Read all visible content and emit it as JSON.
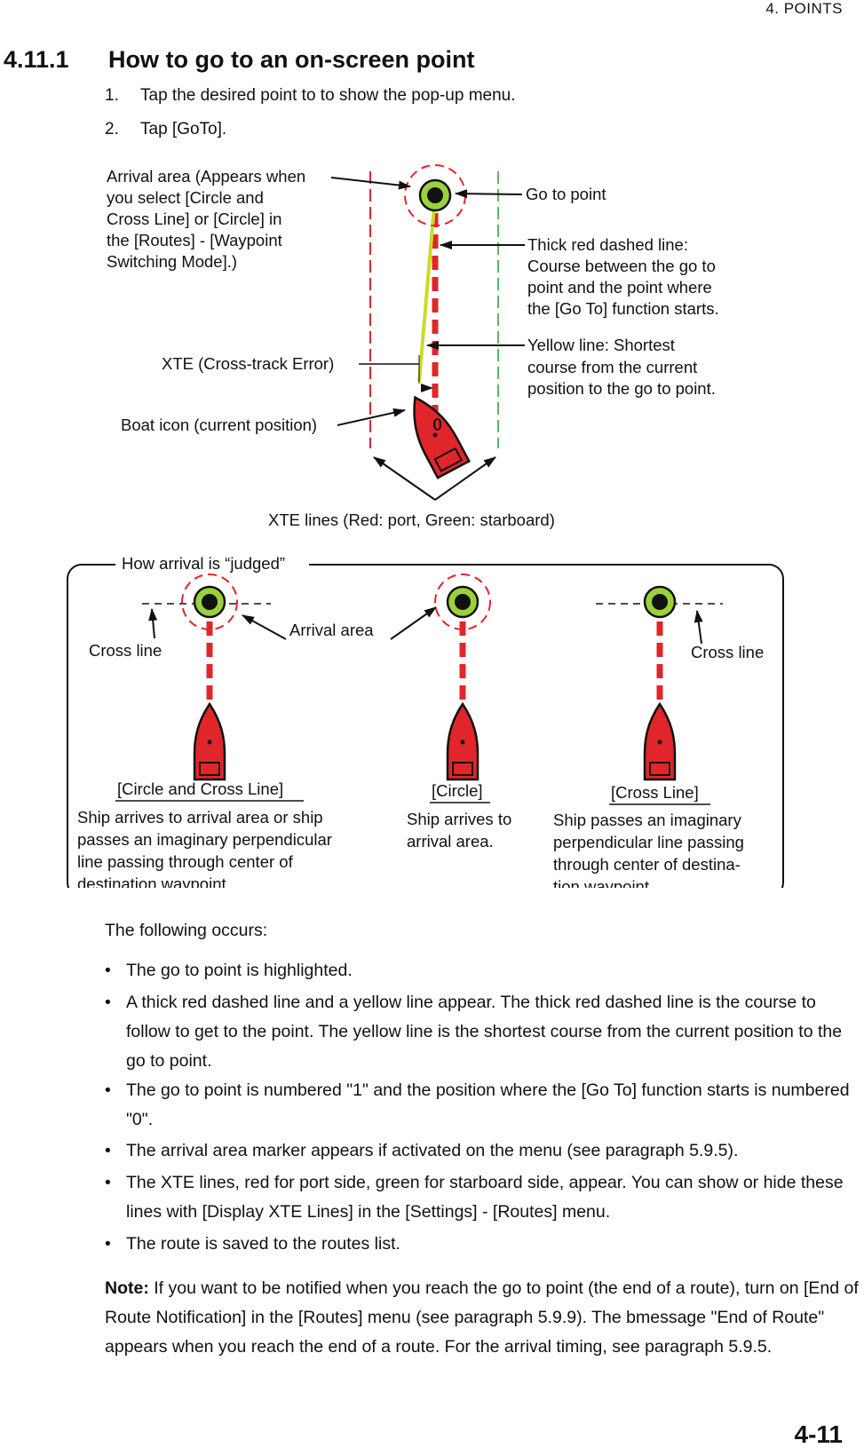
{
  "header": {
    "chapter": "4.  POINTS"
  },
  "section": {
    "number": "4.11.1",
    "title": "How to go to an on-screen point"
  },
  "steps": [
    {
      "num": "1.",
      "text": "Tap the desired point to to show the pop-up menu."
    },
    {
      "num": "2.",
      "text": "Tap [GoTo]."
    }
  ],
  "figure1": {
    "arrival_area_lines": [
      "Arrival area (Appears when",
      "you select [Circle and",
      "Cross Line] or [Circle] in",
      "the [Routes] - [Waypoint",
      "Switching Mode].)"
    ],
    "go_to_point": "Go to point",
    "thick_red_lines": [
      "Thick red dashed line:",
      "Course between the go to",
      "point and the point where",
      "the [Go To] function starts."
    ],
    "yellow_lines": [
      "Yellow line: Shortest",
      "course from the current",
      "position to the go to point."
    ],
    "xte_label": "XTE (Cross-track Error)",
    "boat_label": "Boat icon (current position)",
    "xte_lines_label": "XTE lines (Red: port, Green: starboard)",
    "boat_number": "0"
  },
  "figure2": {
    "title": "How arrival is “judged”",
    "cross_line_left": "Cross line",
    "arrival_area": "Arrival area",
    "cross_line_right": "Cross line",
    "col1_heading": "[Circle and Cross Line]",
    "col1_lines": [
      "Ship arrives to arrival area or ship",
      "passes an imaginary perpendicular",
      "line passing through center of",
      "destination waypoint."
    ],
    "col2_heading": "[Circle]",
    "col2_lines": [
      "Ship arrives to",
      "arrival area."
    ],
    "col3_heading": "[Cross Line]",
    "col3_lines": [
      "Ship passes an imaginary",
      "perpendicular line passing",
      "through center of destina-",
      "tion waypoint."
    ]
  },
  "following": "The following occurs:",
  "bullets": [
    "The go to point is highlighted.",
    " A thick red dashed line and a yellow line appear. The thick red dashed line is the course to follow to get to the point. The yellow line is the shortest course from the current position to the go to point.",
    "The go to point is numbered \"1\" and the position where the [Go To] function starts is numbered \"0\".",
    "The arrival area marker appears if activated on the menu (see paragraph 5.9.5).",
    "The XTE lines, red for port side, green for starboard side, appear. You can show or hide these lines with [Display XTE Lines] in the [Settings] - [Routes] menu.",
    "The route is saved to the routes list."
  ],
  "note": {
    "label": "Note:",
    "text": " If you want to be notified when you reach the go to point (the end of a route), turn on [End of Route Notification] in the [Routes] menu (see paragraph 5.9.9). The bmessage \"End of Route\" appears when you reach the end of a route. For the arrival timing, see paragraph 5.9.5."
  },
  "page_number": "4-11",
  "colors": {
    "red": "#e0262b",
    "green": "#5cb85c",
    "yellow": "#c8dc2a",
    "waypoint_green": "#9bd13a"
  }
}
